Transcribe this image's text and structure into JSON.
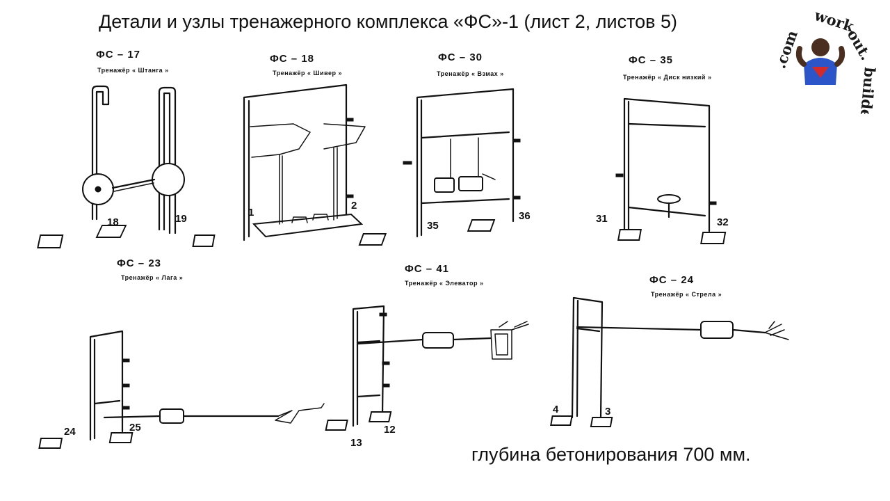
{
  "title": "Детали и узлы тренажерного комплекса «ФС»-1 (лист 2, листов 5)",
  "footer_note": "глубина бетонирования 700 мм.",
  "logo": {
    "text": "workout.builder-ua.com"
  },
  "machines": [
    {
      "code": "ФС – 17",
      "name": "Тренажёр « Штанга »",
      "parts": [
        "18",
        "19"
      ]
    },
    {
      "code": "ФС – 18",
      "name": "Тренажёр « Шивер »",
      "parts": [
        "1",
        "2"
      ]
    },
    {
      "code": "ФС – 30",
      "name": "Тренажёр « Взмах »",
      "parts": [
        "35",
        "36"
      ]
    },
    {
      "code": "ФС – 35",
      "name": "Тренажёр « Диск низкий »",
      "parts": [
        "31",
        "32"
      ]
    },
    {
      "code": "ФС – 23",
      "name": "Тренажёр « Лага »",
      "parts": [
        "24",
        "25"
      ]
    },
    {
      "code": "ФС – 41",
      "name": "Тренажёр « Элеватор »",
      "parts": [
        "13",
        "12"
      ]
    },
    {
      "code": "ФС – 24",
      "name": "Тренажёр « Стрела »",
      "parts": [
        "4",
        "3"
      ]
    }
  ]
}
